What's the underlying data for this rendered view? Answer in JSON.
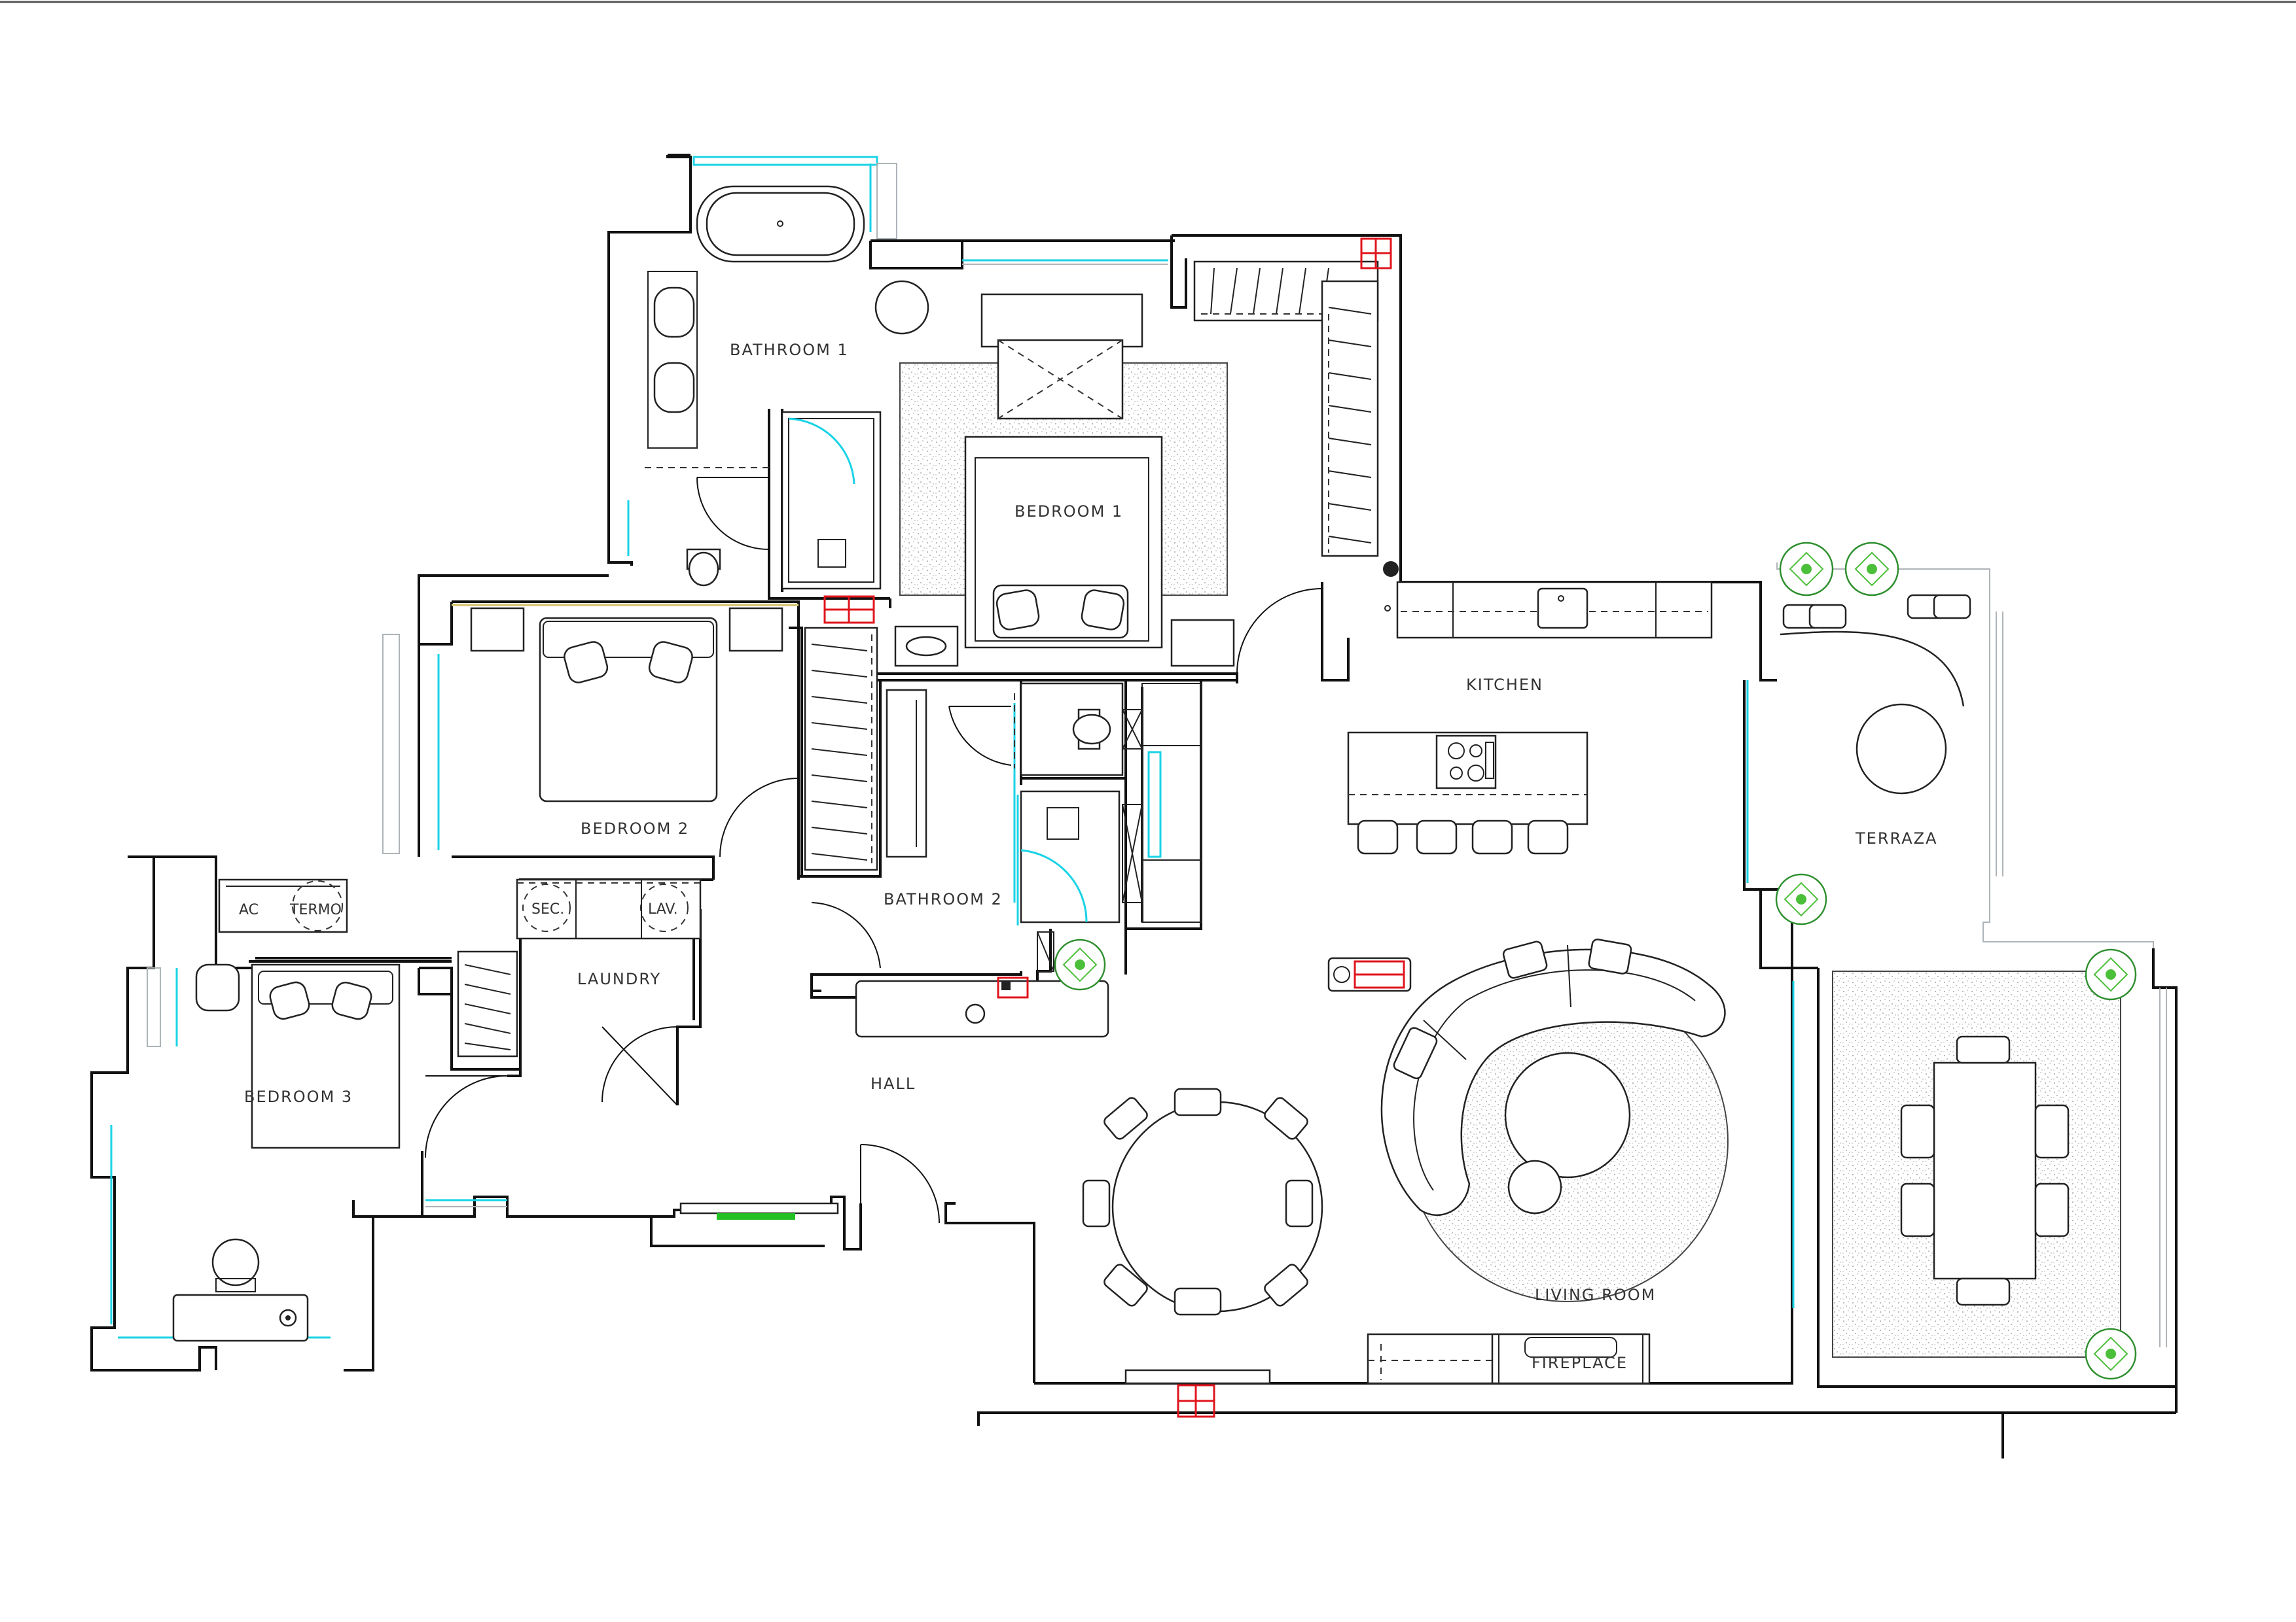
{
  "rooms": {
    "bathroom1": "BATHROOM 1",
    "bedroom1": "BEDROOM 1",
    "bedroom2": "BEDROOM 2",
    "bedroom3": "BEDROOM 3",
    "bathroom2": "BATHROOM 2",
    "laundry": "LAUNDRY",
    "hall": "HALL",
    "kitchen": "KITCHEN",
    "living_room": "LIVING ROOM",
    "terraza": "TERRAZA",
    "fireplace": "FIREPLACE"
  },
  "appliances": {
    "ac": "AC",
    "termo": "TERMO",
    "sec": "SEC.",
    "lav": "LAV."
  },
  "colors": {
    "glazing": "#19d3e6",
    "electrical": "#e0141c",
    "plants": "#2e8f2e",
    "green_strip": "#22c022"
  }
}
